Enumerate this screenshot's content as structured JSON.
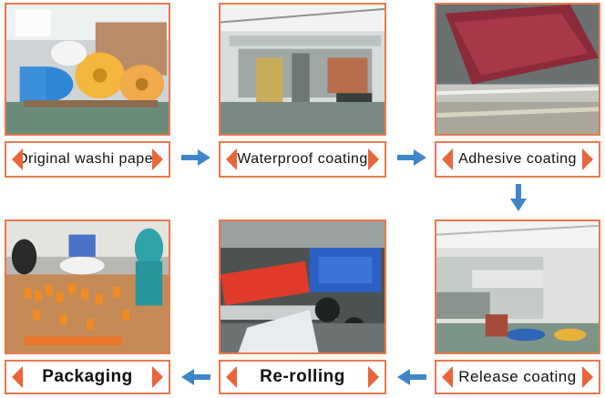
{
  "steps": [
    {
      "label": "Original washi paper"
    },
    {
      "label": "Waterproof coating"
    },
    {
      "label": "Adhesive coating"
    },
    {
      "label": "Release coating"
    },
    {
      "label": "Re-rolling"
    },
    {
      "label": "Packaging"
    }
  ],
  "colors": {
    "border": "#e87a4e",
    "chevron": "#e8663a",
    "arrow": "#3f86c9"
  }
}
